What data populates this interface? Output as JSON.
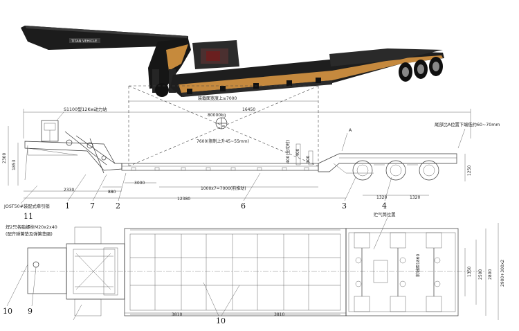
{
  "photo": {
    "brand": "TITAN VEHICLE"
  },
  "side_view": {
    "notes": {
      "power_station": "S1100型12Kw动力站",
      "deck_width": "装载面宽度上≥7000",
      "load": "80000kg",
      "lift_range": "7600(限制上升45~55mm)",
      "tail_clearance": "尾部比A位置下端低约60~70mm",
      "point_a": "A",
      "kingpin": "JOST50#装配式牵引销",
      "jack_height": "400(全动时)"
    },
    "dims": {
      "overall": "16450",
      "h2300": "2300",
      "h1853": "1853",
      "d2330": "2330",
      "d880": "880",
      "d3000": "3000",
      "d12380": "12380",
      "d400": "400",
      "d300": "300",
      "d1250": "1250",
      "d1320a": "1320",
      "d1320b": "1320",
      "ramp": "1000x7=7000(前推动)"
    }
  },
  "plan_view": {
    "notes": {
      "bolt": "焊2只各脂螺栓M20x2x40",
      "bolt_sub": "(配齐弹簧垫及弹簧垫圈)",
      "reservoir": "贮气筒位置"
    },
    "dims": {
      "w1": "3810",
      "w2": "3810",
      "t1": "1350",
      "t2": "2500",
      "h2800": "2800",
      "h2900": "2900+300x2",
      "inner": "前轴距1860"
    }
  },
  "callouts": [
    "1",
    "7",
    "2",
    "6",
    "3",
    "4",
    "11",
    "10",
    "9",
    "10"
  ]
}
